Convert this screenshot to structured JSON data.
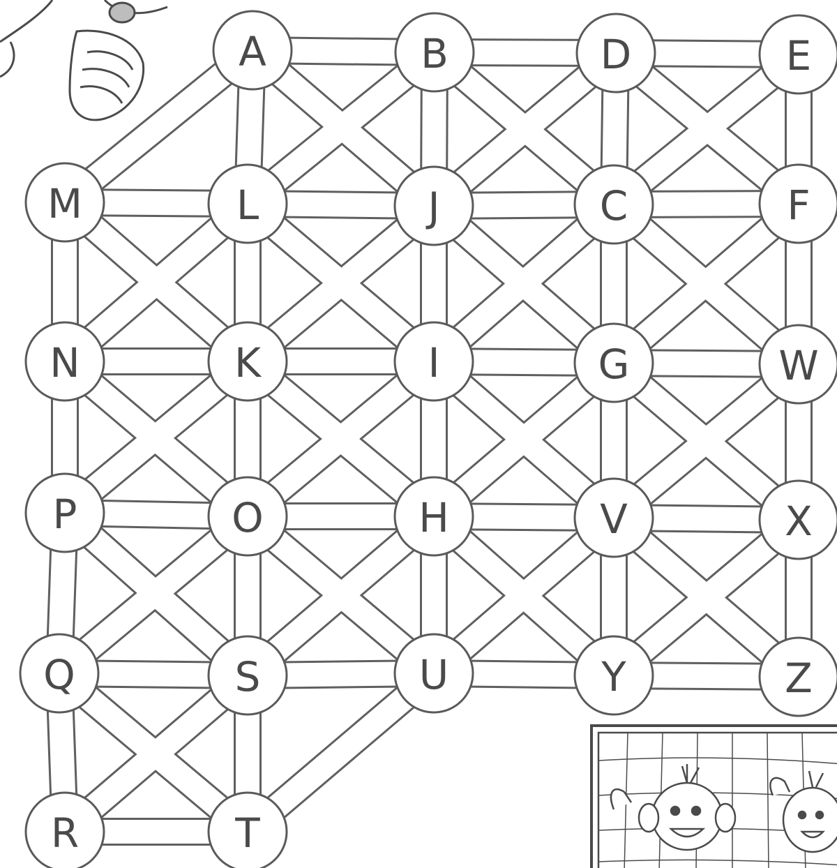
{
  "maze": {
    "nodes": [
      {
        "id": "A"
      },
      {
        "id": "B"
      },
      {
        "id": "D"
      },
      {
        "id": "E"
      },
      {
        "id": "M"
      },
      {
        "id": "L"
      },
      {
        "id": "J"
      },
      {
        "id": "C"
      },
      {
        "id": "F"
      },
      {
        "id": "N"
      },
      {
        "id": "K"
      },
      {
        "id": "I"
      },
      {
        "id": "G"
      },
      {
        "id": "W"
      },
      {
        "id": "P"
      },
      {
        "id": "O"
      },
      {
        "id": "H"
      },
      {
        "id": "V"
      },
      {
        "id": "X"
      },
      {
        "id": "Q"
      },
      {
        "id": "S"
      },
      {
        "id": "U"
      },
      {
        "id": "Y"
      },
      {
        "id": "Z"
      },
      {
        "id": "R"
      },
      {
        "id": "T"
      }
    ],
    "connections": [
      [
        "A",
        "B"
      ],
      [
        "B",
        "D"
      ],
      [
        "D",
        "E"
      ],
      [
        "M",
        "L"
      ],
      [
        "L",
        "J"
      ],
      [
        "J",
        "C"
      ],
      [
        "C",
        "F"
      ],
      [
        "N",
        "K"
      ],
      [
        "K",
        "I"
      ],
      [
        "I",
        "G"
      ],
      [
        "G",
        "W"
      ],
      [
        "P",
        "O"
      ],
      [
        "O",
        "H"
      ],
      [
        "H",
        "V"
      ],
      [
        "V",
        "X"
      ],
      [
        "Q",
        "S"
      ],
      [
        "S",
        "U"
      ],
      [
        "U",
        "Y"
      ],
      [
        "Y",
        "Z"
      ],
      [
        "R",
        "T"
      ],
      [
        "A",
        "L"
      ],
      [
        "B",
        "J"
      ],
      [
        "D",
        "C"
      ],
      [
        "E",
        "F"
      ],
      [
        "M",
        "N"
      ],
      [
        "L",
        "K"
      ],
      [
        "J",
        "I"
      ],
      [
        "C",
        "G"
      ],
      [
        "F",
        "W"
      ],
      [
        "N",
        "P"
      ],
      [
        "K",
        "O"
      ],
      [
        "I",
        "H"
      ],
      [
        "G",
        "V"
      ],
      [
        "W",
        "X"
      ],
      [
        "P",
        "Q"
      ],
      [
        "O",
        "S"
      ],
      [
        "H",
        "U"
      ],
      [
        "V",
        "Y"
      ],
      [
        "X",
        "Z"
      ],
      [
        "Q",
        "R"
      ],
      [
        "S",
        "T"
      ],
      [
        "A",
        "J"
      ],
      [
        "B",
        "L"
      ],
      [
        "B",
        "C"
      ],
      [
        "D",
        "J"
      ],
      [
        "D",
        "F"
      ],
      [
        "E",
        "C"
      ],
      [
        "M",
        "K"
      ],
      [
        "L",
        "N"
      ],
      [
        "L",
        "I"
      ],
      [
        "J",
        "K"
      ],
      [
        "J",
        "G"
      ],
      [
        "C",
        "I"
      ],
      [
        "C",
        "W"
      ],
      [
        "F",
        "G"
      ],
      [
        "N",
        "O"
      ],
      [
        "K",
        "P"
      ],
      [
        "K",
        "H"
      ],
      [
        "I",
        "O"
      ],
      [
        "I",
        "V"
      ],
      [
        "G",
        "H"
      ],
      [
        "G",
        "X"
      ],
      [
        "W",
        "V"
      ],
      [
        "P",
        "S"
      ],
      [
        "O",
        "Q"
      ],
      [
        "O",
        "U"
      ],
      [
        "H",
        "S"
      ],
      [
        "H",
        "Y"
      ],
      [
        "V",
        "U"
      ],
      [
        "V",
        "Z"
      ],
      [
        "X",
        "Y"
      ],
      [
        "Q",
        "T"
      ],
      [
        "S",
        "R"
      ],
      [
        "A",
        "M"
      ],
      [
        "U",
        "T"
      ]
    ],
    "colors": {
      "band_outline": "#5f5f5f",
      "band_fill": "#ffffff",
      "ink": "#4a4a4a"
    }
  },
  "decorations": [
    {
      "name": "soccer-player-illustration"
    },
    {
      "name": "goal-with-children-illustration"
    }
  ]
}
